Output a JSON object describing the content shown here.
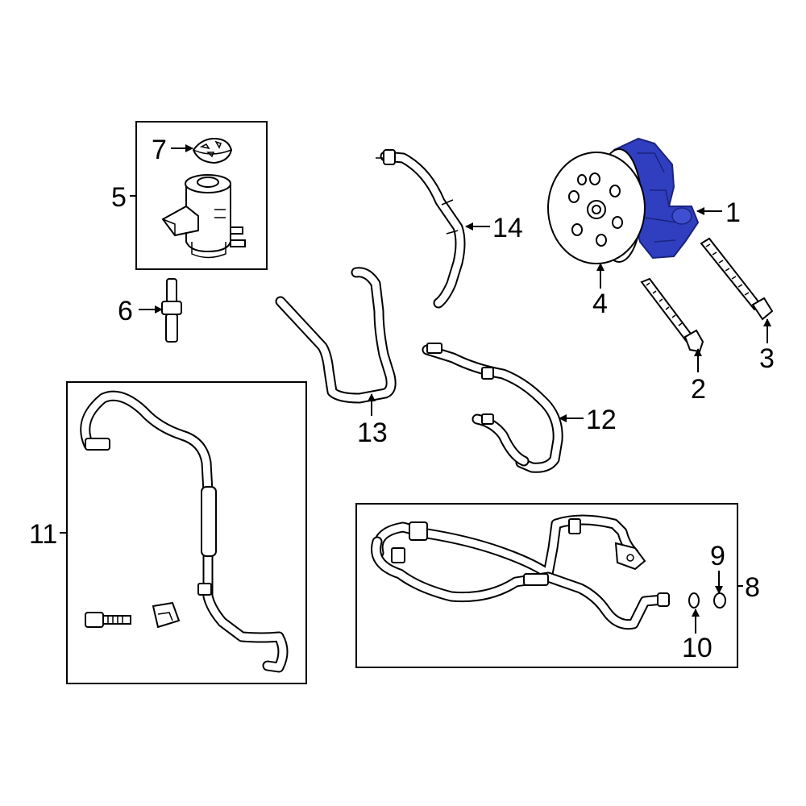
{
  "colors": {
    "highlight": "#2f3fc0",
    "highlight_dark": "#1a237e",
    "line": "#000000",
    "background": "#ffffff"
  },
  "callouts": {
    "c1": "1",
    "c2": "2",
    "c3": "3",
    "c4": "4",
    "c5": "5",
    "c6": "6",
    "c7": "7",
    "c8": "8",
    "c9": "9",
    "c10": "10",
    "c11": "11",
    "c12": "12",
    "c13": "13",
    "c14": "14"
  },
  "highlighted_part": "1"
}
